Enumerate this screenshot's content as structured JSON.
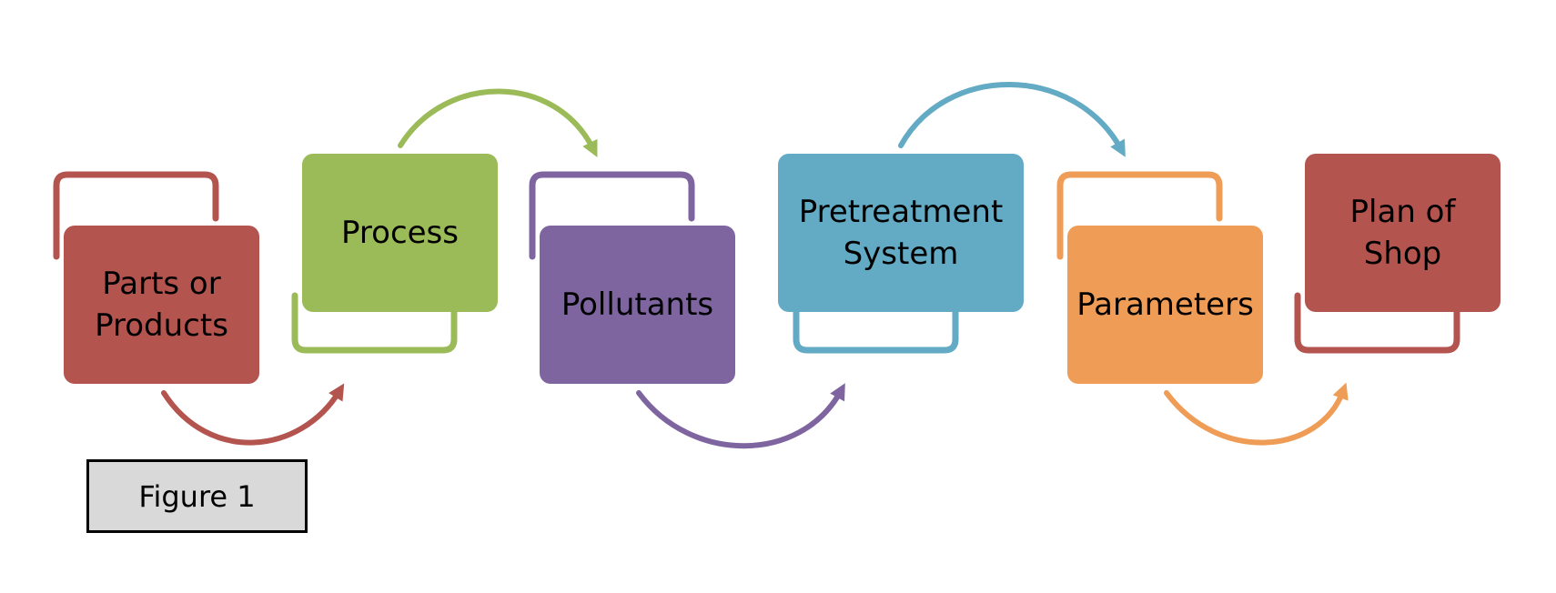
{
  "diagram": {
    "steps": [
      {
        "label_lines": [
          "Parts or",
          "Products"
        ],
        "color": "#b3544f"
      },
      {
        "label_lines": [
          "Process"
        ],
        "color": "#9bbb59"
      },
      {
        "label_lines": [
          "Pollutants"
        ],
        "color": "#7e65a0"
      },
      {
        "label_lines": [
          "Pretreatment",
          "System"
        ],
        "color": "#63aac4"
      },
      {
        "label_lines": [
          "Parameters"
        ],
        "color": "#ef9c56"
      },
      {
        "label_lines": [
          "Plan of",
          "Shop"
        ],
        "color": "#b3544f"
      }
    ]
  },
  "caption": {
    "text": "Figure 1"
  }
}
